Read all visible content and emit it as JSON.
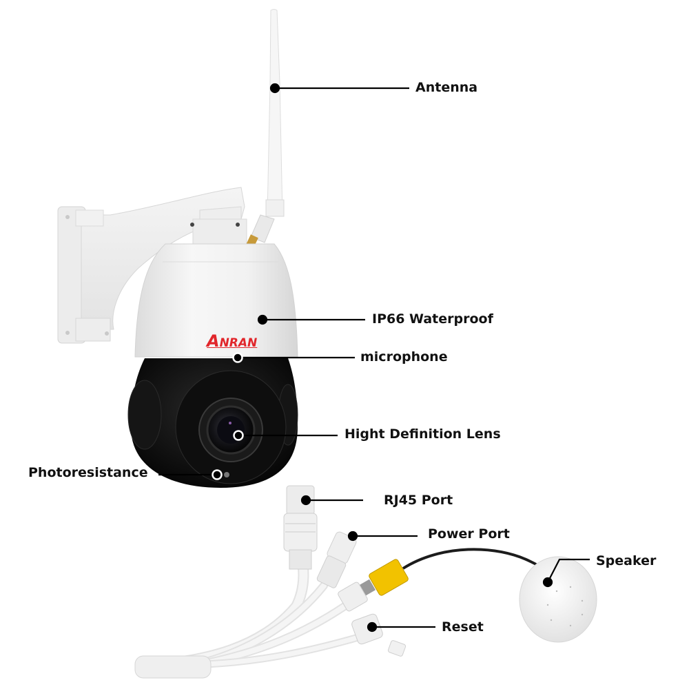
{
  "diagram": {
    "subject": "PTZ dome security camera with wall-mount bracket and cable harness",
    "brand_logo": {
      "first_letter": "A",
      "rest": "NRAN",
      "color": "#e1262b"
    },
    "callouts": [
      {
        "id": "antenna",
        "label": "Antenna"
      },
      {
        "id": "ip66",
        "label": "IP66 Waterproof"
      },
      {
        "id": "microphone",
        "label": "microphone"
      },
      {
        "id": "lens",
        "label": "Hight Definition Lens"
      },
      {
        "id": "photoresistance",
        "label": "Photoresistance"
      },
      {
        "id": "rj45",
        "label": "RJ45 Port"
      },
      {
        "id": "power",
        "label": "Power Port"
      },
      {
        "id": "speaker",
        "label": "Speaker"
      },
      {
        "id": "reset",
        "label": "Reset"
      }
    ],
    "colors": {
      "background": "#ffffff",
      "housing": "#f2f2f2",
      "camera_body": "#111111",
      "leader_line": "#000000",
      "rca_plug": "#f2c200",
      "label_text": "#111111"
    }
  }
}
